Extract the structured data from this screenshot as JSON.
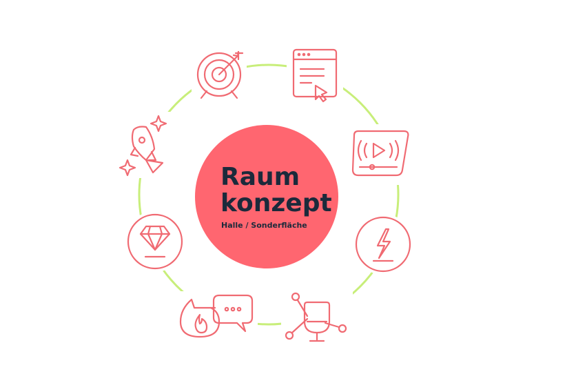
{
  "center": {
    "title_line1": "Raum",
    "title_line2": "konzept",
    "subtitle": "Halle / Sonderfläche"
  },
  "colors": {
    "icon": "#f06a72",
    "center_fill": "#ff6670",
    "text": "#1b2a3b",
    "ring": "#c8ee7a",
    "background": "#ffffff"
  },
  "icons": [
    "target-icon",
    "web-page-cursor-icon",
    "live-video-icon",
    "lightning-icon",
    "podcast-network-icon",
    "chat-bubbles-flame-icon",
    "diamond-icon",
    "rocket-sparkles-icon"
  ]
}
